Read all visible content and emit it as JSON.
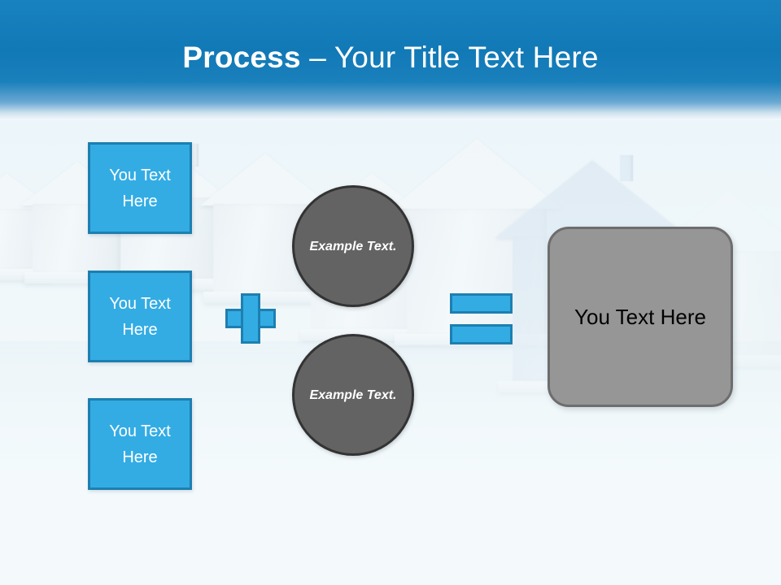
{
  "slide": {
    "title_strong": "Process",
    "title_separator": " – ",
    "title_light": "Your Title Text Here",
    "background_description": "row-of-3d-white-house-models"
  },
  "colors": {
    "header_blue_top": "#1881bf",
    "header_blue_mid": "#1179b6",
    "accent_blue_fill": "#33ace4",
    "accent_blue_border": "#1d7fb0",
    "circle_fill": "#636363",
    "circle_border": "#333333",
    "result_fill": "#969696",
    "result_border": "#6d6d6d",
    "canvas_background": "#f1f8fb",
    "text_on_accent": "#ffffff",
    "text_on_result": "#000000"
  },
  "inputs": [
    {
      "label": "You Text Here"
    },
    {
      "label": "You Text Here"
    },
    {
      "label": "You Text Here"
    }
  ],
  "operators": {
    "plus": "+",
    "equals": "="
  },
  "circles": [
    {
      "label": "Example Text."
    },
    {
      "label": "Example Text."
    }
  ],
  "result": {
    "label": "You Text Here"
  }
}
